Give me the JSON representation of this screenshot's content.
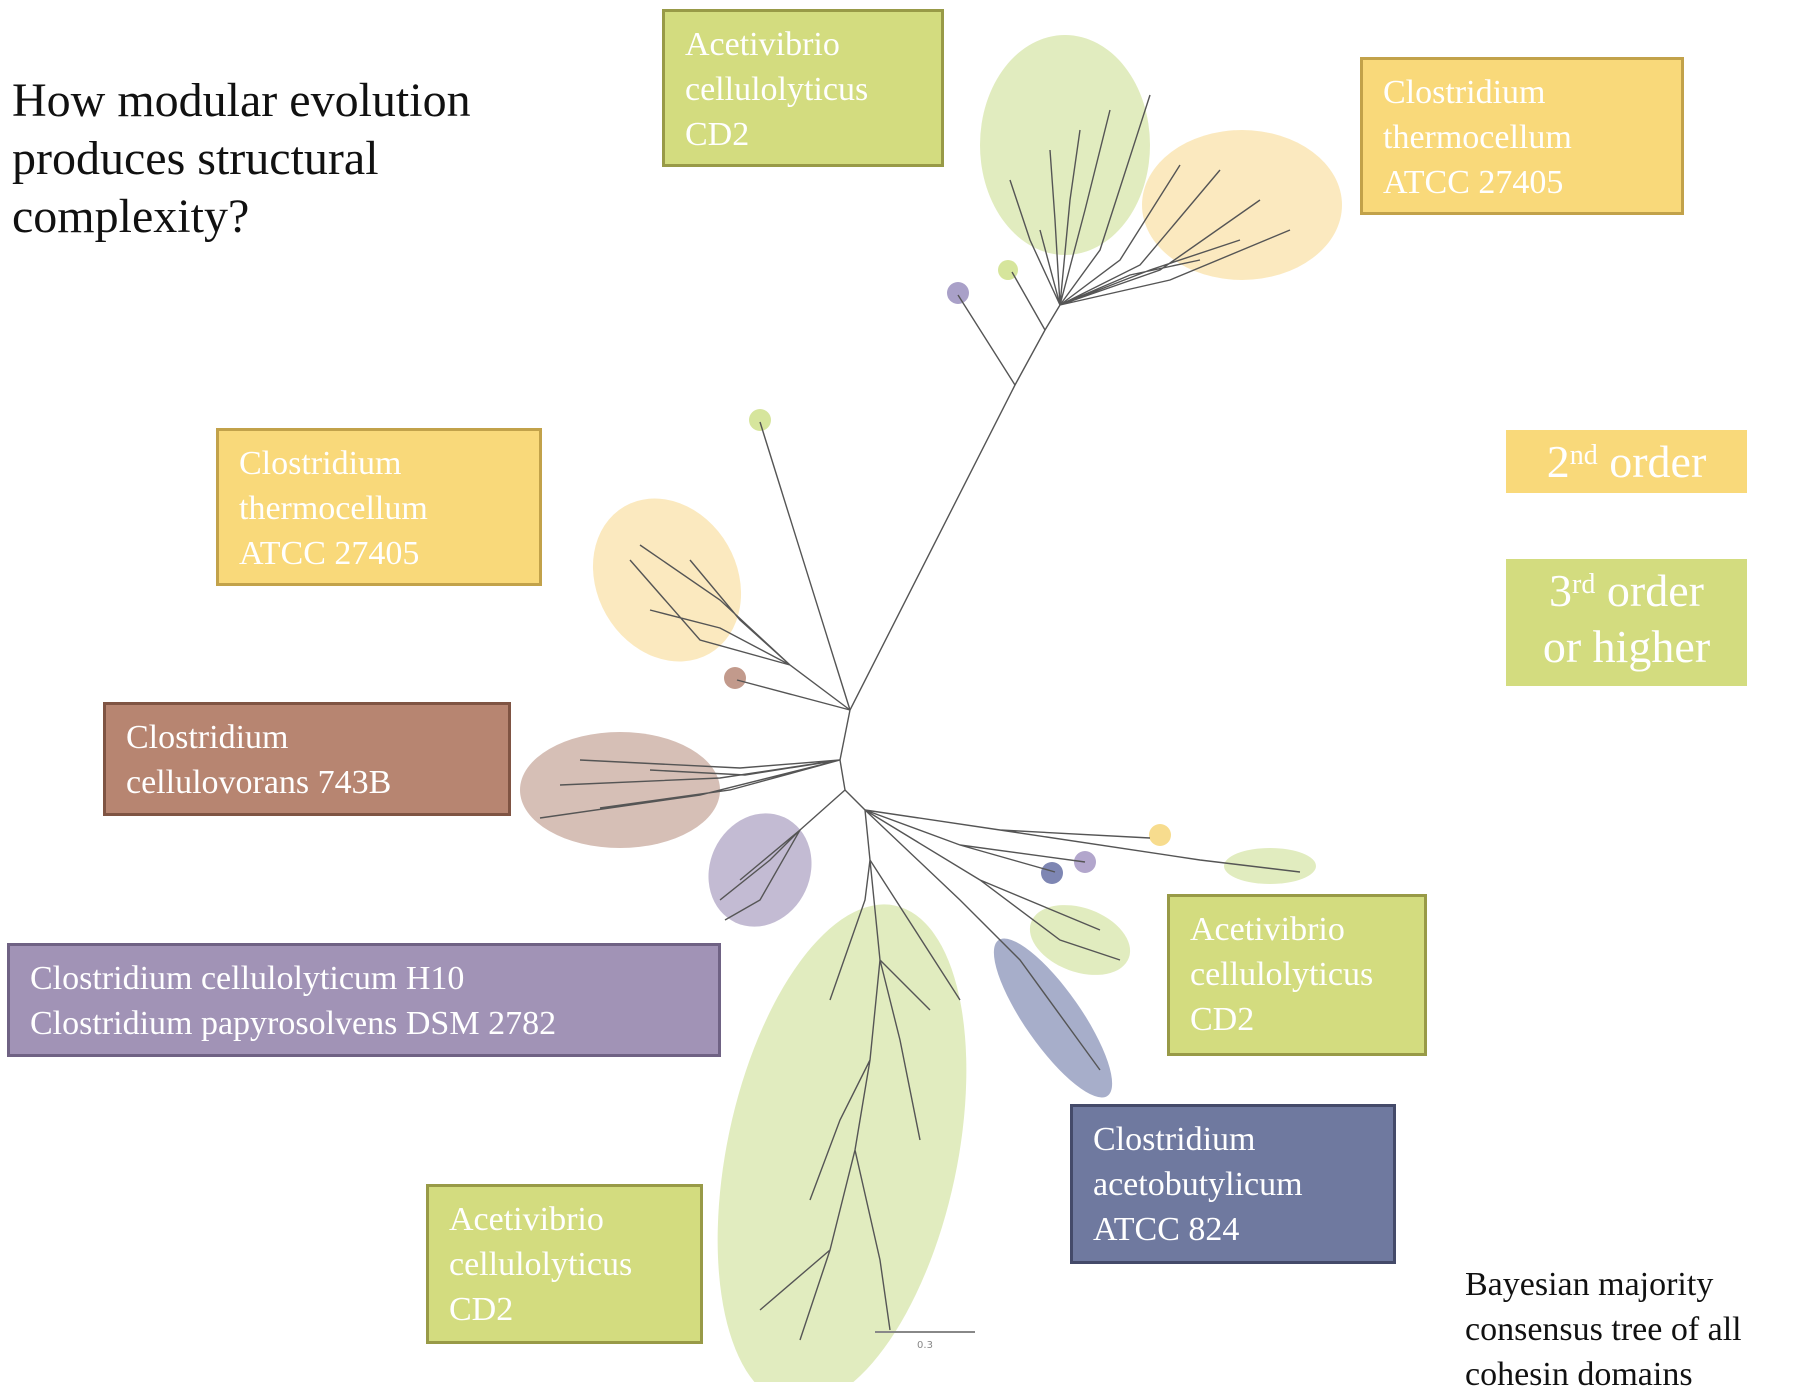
{
  "title": {
    "line1": "How modular evolution",
    "line2": "produces structural",
    "line3": "complexity?"
  },
  "labels": {
    "acetivibrio_top": [
      "Acetivibrio",
      "cellulolyticus",
      "CD2"
    ],
    "thermocellum_top": [
      "Clostridium",
      "thermocellum",
      "ATCC 27405"
    ],
    "thermocellum_left": [
      "Clostridium",
      "thermocellum",
      "ATCC 27405"
    ],
    "cellulovorans": [
      "Clostridium",
      "cellulovorans 743B"
    ],
    "cellulolyticum": [
      "Clostridium cellulolyticum H10",
      "Clostridium papyrosolvens DSM 2782"
    ],
    "acetivibrio_right": [
      "Acetivibrio",
      "cellulolyticus",
      "CD2"
    ],
    "acetobutylicum": [
      "Clostridium",
      "acetobutylicum",
      "ATCC 824"
    ],
    "acetivibrio_bottom": [
      "Acetivibrio",
      "cellulolyticus",
      "CD2"
    ]
  },
  "legend": {
    "second_order": {
      "num": "2",
      "sup": "nd",
      "text": " order"
    },
    "third_order": {
      "num": "3",
      "sup": "rd",
      "text": " order",
      "line2": "or higher"
    }
  },
  "caption": {
    "line1": "Bayesian majority",
    "line2": "consensus tree of all",
    "line3": "cohesin domains"
  },
  "scale_bar": {
    "label": "0.3"
  },
  "colors": {
    "green": "#d3dc7f",
    "yellow": "#f9d97a",
    "brown": "#b78571",
    "purple": "#a193b6",
    "navy": "#6f799f"
  }
}
